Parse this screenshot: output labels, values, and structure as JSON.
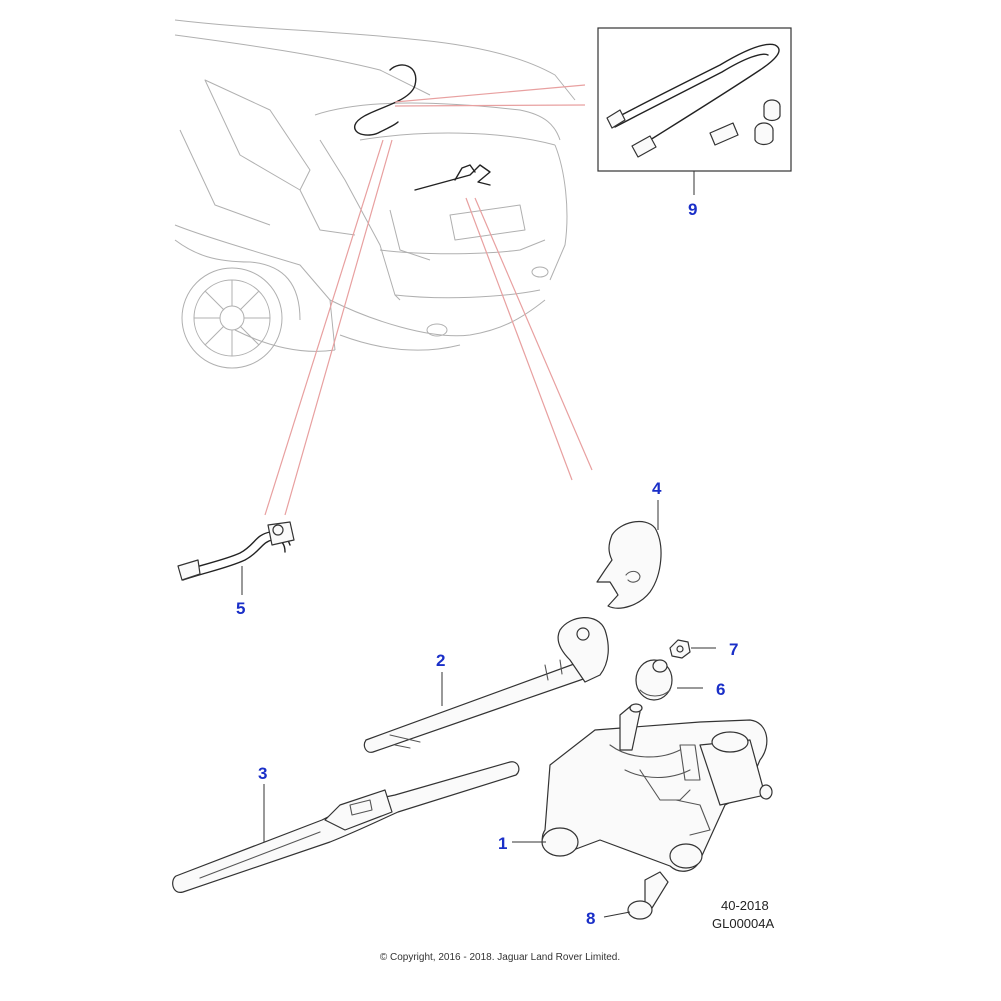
{
  "callouts": [
    {
      "id": "1",
      "label": "1"
    },
    {
      "id": "2",
      "label": "2"
    },
    {
      "id": "3",
      "label": "3"
    },
    {
      "id": "4",
      "label": "4"
    },
    {
      "id": "5",
      "label": "5"
    },
    {
      "id": "6",
      "label": "6"
    },
    {
      "id": "7",
      "label": "7"
    },
    {
      "id": "8",
      "label": "8"
    },
    {
      "id": "9",
      "label": "9"
    }
  ],
  "reference": {
    "date_code": "40-2018",
    "figure_code": "GL00004A"
  },
  "copyright": "© Copyright, 2016 - 2018. Jaguar Land Rover Limited."
}
